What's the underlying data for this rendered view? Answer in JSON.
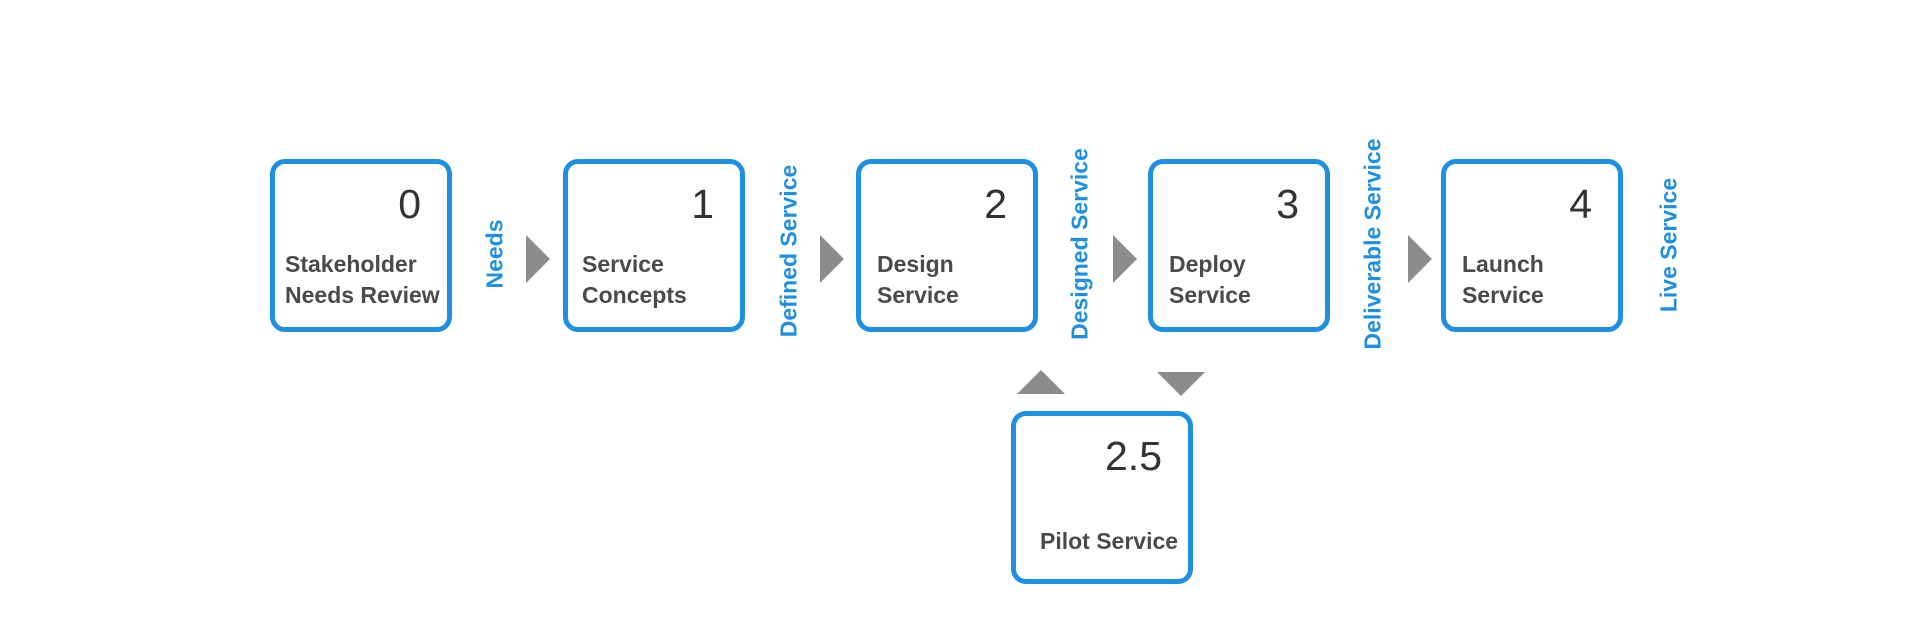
{
  "stages": [
    {
      "number": "0",
      "label": "Stakeholder\nNeeds Review"
    },
    {
      "number": "1",
      "label": "Service\nConcepts"
    },
    {
      "number": "2",
      "label": "Design\nService"
    },
    {
      "number": "3",
      "label": "Deploy\nService"
    },
    {
      "number": "4",
      "label": "Launch\nService"
    },
    {
      "number": "2.5",
      "label": "Pilot Service"
    }
  ],
  "flow_labels": [
    "Needs",
    "Defined Service",
    "Designed Service",
    "Deliverable Service",
    "Live Service"
  ],
  "colors": {
    "box_border": "#1e8fe1",
    "flow_label": "#1e8fe1",
    "arrow": "#8c8c8c",
    "number_text": "#333333",
    "label_text": "#4a4a4a"
  }
}
